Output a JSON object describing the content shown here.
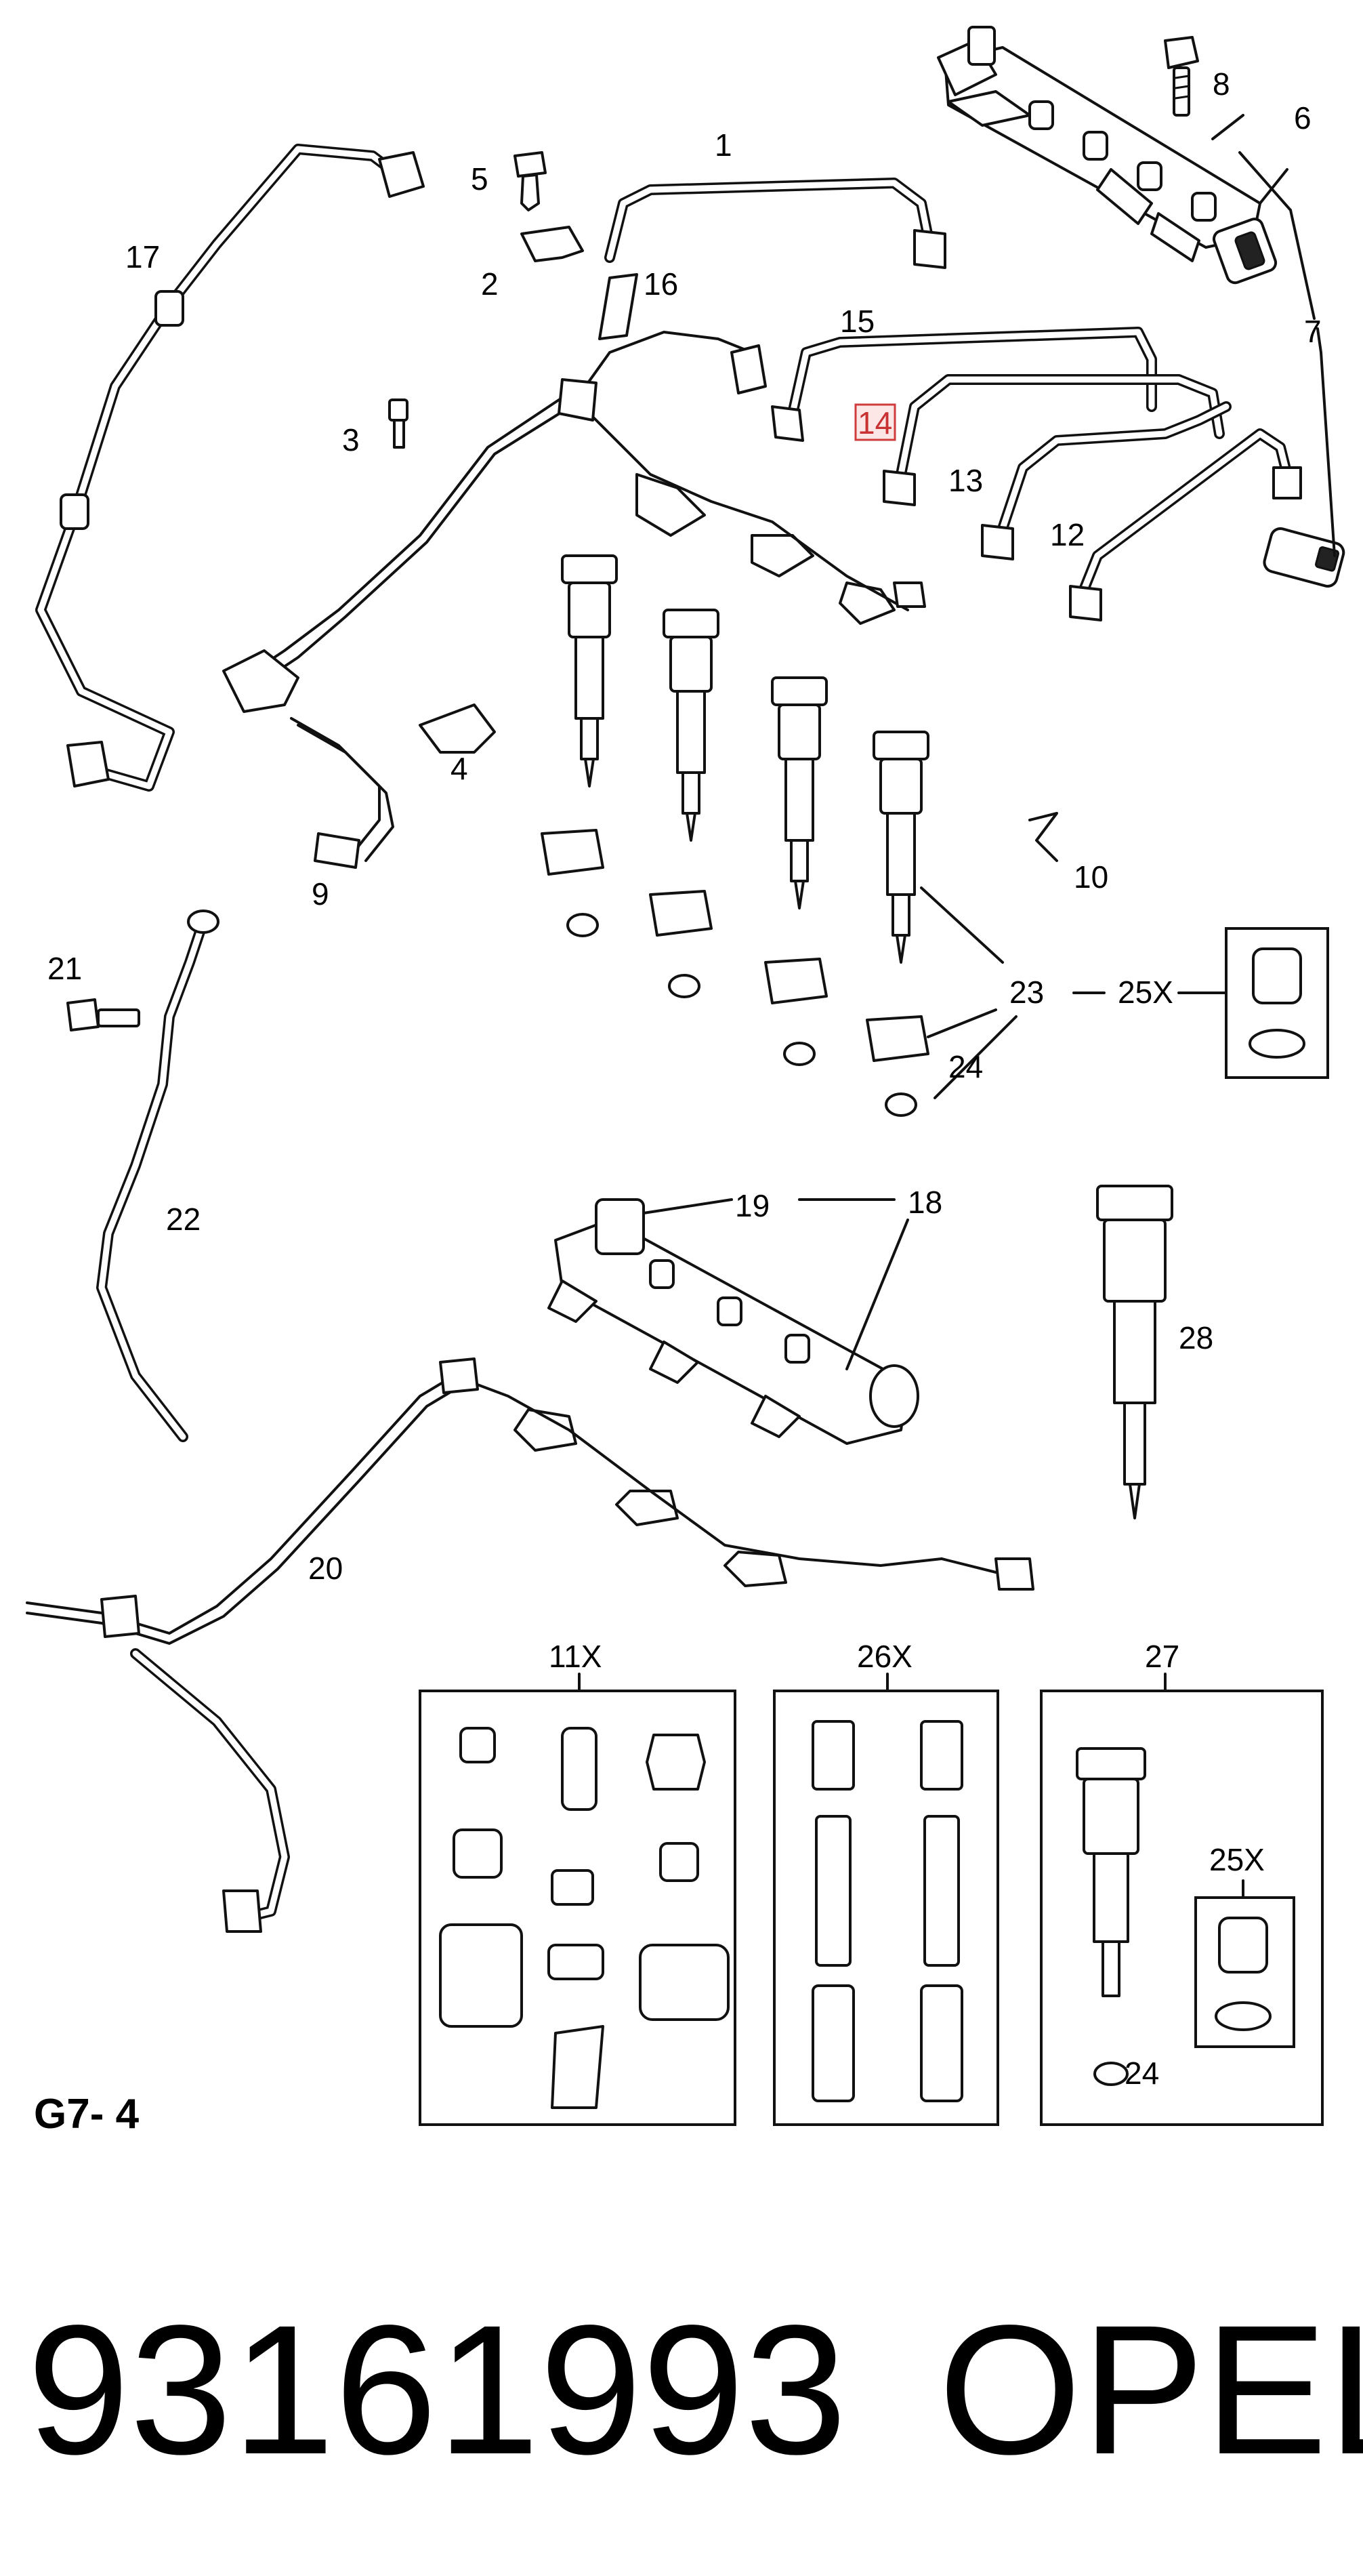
{
  "diagram_ref": "G7- 4",
  "part_number": "93161993",
  "brand": "OPEL",
  "highlighted_callout": "14",
  "callouts": {
    "c1": "1",
    "c2": "2",
    "c3": "3",
    "c4": "4",
    "c5": "5",
    "c6": "6",
    "c7": "7",
    "c8": "8",
    "c9": "9",
    "c10": "10",
    "c12": "12",
    "c13": "13",
    "c14": "14",
    "c15": "15",
    "c16": "16",
    "c17": "17",
    "c18": "18",
    "c19": "19",
    "c20": "20",
    "c21": "21",
    "c22": "22",
    "c23": "23",
    "c24a": "24",
    "c24b": "24",
    "c25xa": "25X",
    "c25xb": "25X",
    "c26x": "26X",
    "c27": "27",
    "c28": "28",
    "c11x": "11X"
  },
  "colors": {
    "line": "#111111",
    "highlight_box": "#d03b3b",
    "highlight_fill": "#fde6e6"
  }
}
